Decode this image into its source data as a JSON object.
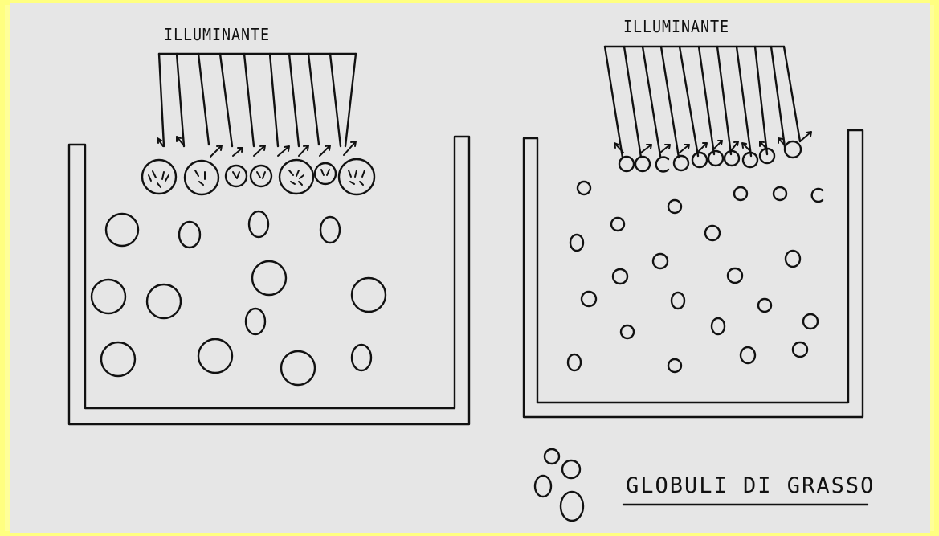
{
  "panels": [
    {
      "id": "large-globules",
      "light_label": "ILLUMINANTE"
    },
    {
      "id": "small-globules",
      "light_label": "ILLUMINANTE"
    }
  ],
  "legend": {
    "text": "GLOBULI DI GRASSO",
    "icon": "fat-globules-icon"
  },
  "colors": {
    "background": "#e6e6e6",
    "border": "#ffff80",
    "ink": "#111111"
  }
}
